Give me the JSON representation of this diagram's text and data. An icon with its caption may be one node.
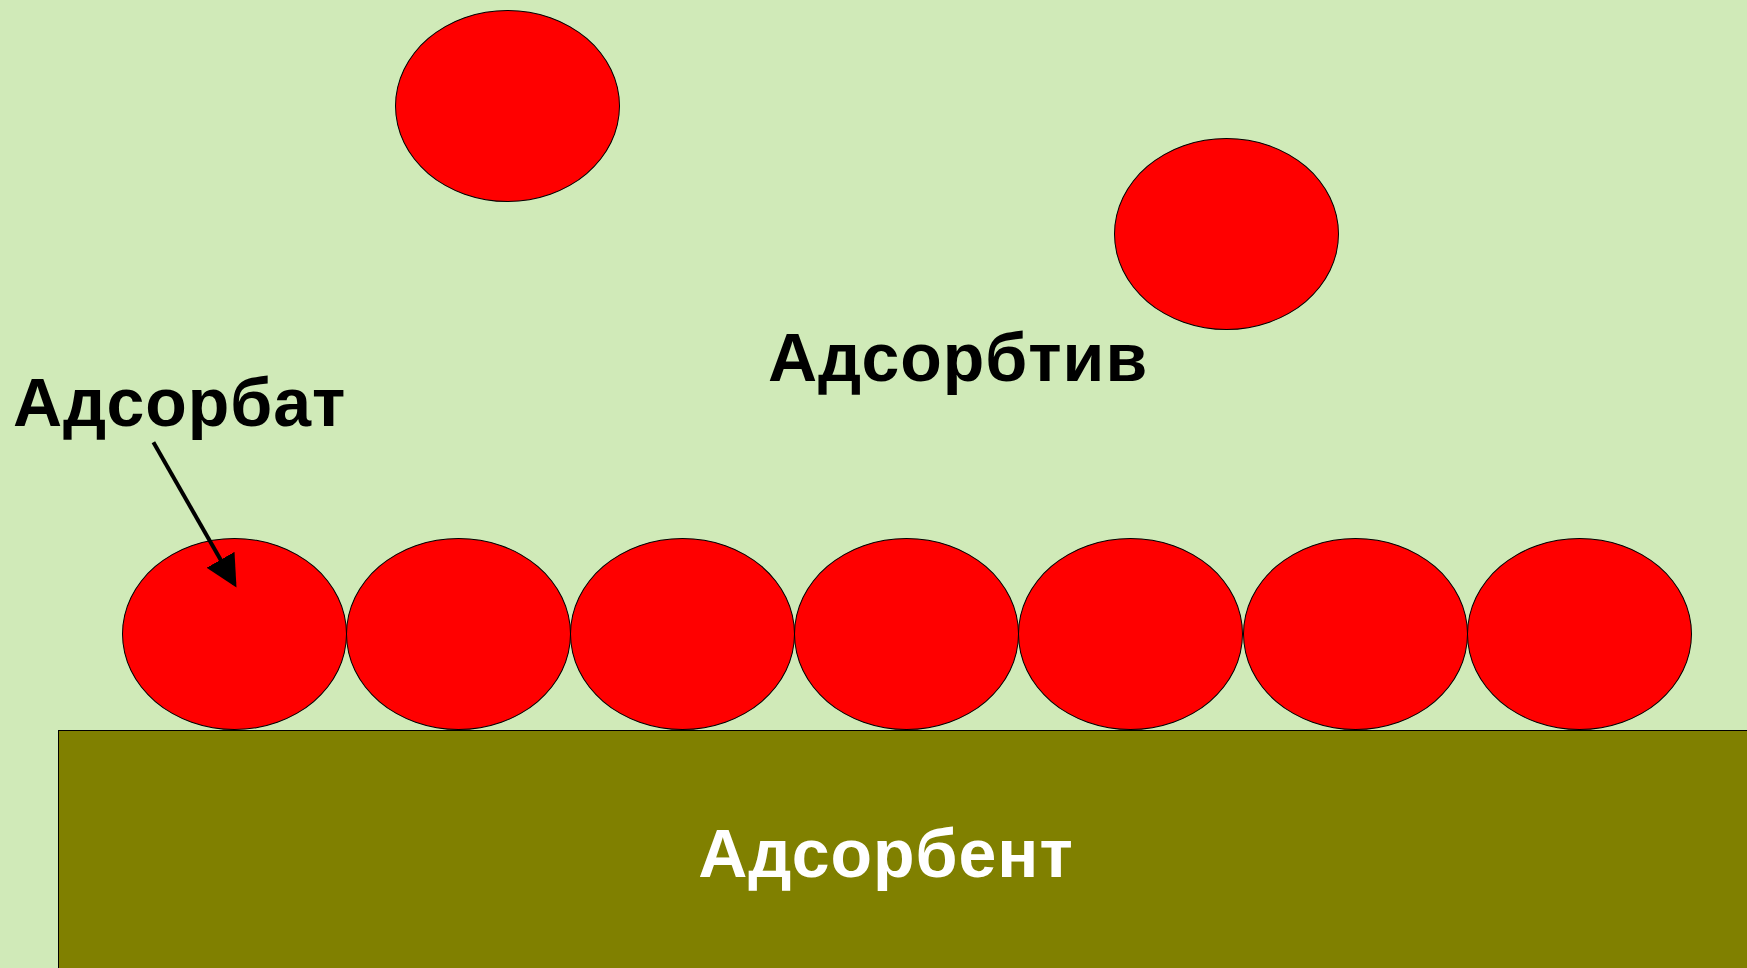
{
  "diagram": {
    "nodes": [
      {
        "text": [],
        "shape": "circle"
      },
      {
        "text": [],
        "shape": "circle"
      },
      {
        "text": [
          "Адсорбат"
        ]
      },
      {
        "text": [],
        "shape": "circle"
      },
      {
        "text": [],
        "shape": "circle"
      },
      {
        "text": [],
        "shape": "circle"
      },
      {
        "text": [],
        "shape": "circle"
      },
      {
        "text": [],
        "shape": "circle"
      },
      {
        "text": [],
        "shape": "circle"
      },
      {
        "text": [],
        "shape": "circle"
      },
      {
        "text": [
          "Адсорбент"
        ]
      }
    ],
    "edges": [
      {
        "from": 2,
        "to": 3,
        "arrow": "to"
      }
    ],
    "labels": [
      "Адсорбтив"
    ]
  }
}
